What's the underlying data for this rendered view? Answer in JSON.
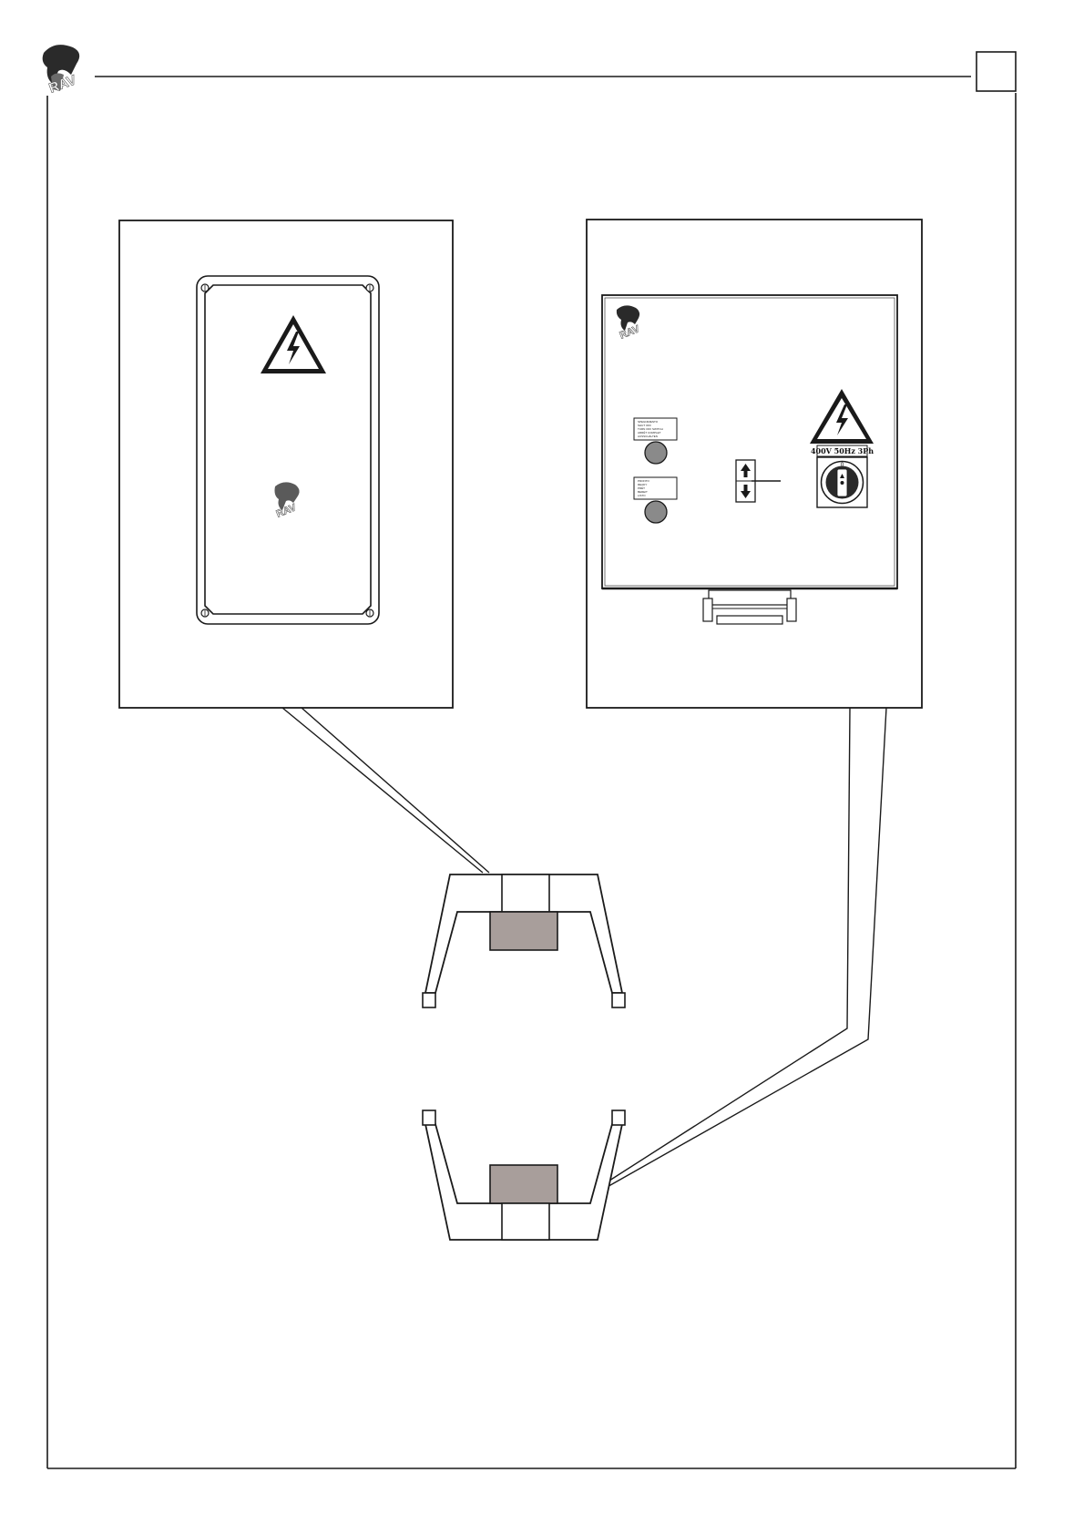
{
  "header": {
    "logo_text": "RAV",
    "page_box_text": ""
  },
  "left_panel": {
    "enclosure_logo_text": "RAV"
  },
  "right_panel": {
    "logo_text": "RAV",
    "label_1_lines": [
      "SPEGNIMENTO",
      "SHUT OFF",
      "TURN OFF SWITCH",
      "ARRÊT COMPLET",
      "AUSSCHALTEN"
    ],
    "label_2_lines": [
      "PRONTO",
      "READY",
      "PRÊT",
      "BEREIT",
      "LISTO"
    ],
    "rating_text": "400V 50Hz 3Ph",
    "switch_off_glyph": "0"
  },
  "colors": {
    "line": "#1a1a1a",
    "grey_block": "#a89e9b",
    "lamp": "#8a8a8a",
    "logo_dark": "#2a2a2a"
  }
}
